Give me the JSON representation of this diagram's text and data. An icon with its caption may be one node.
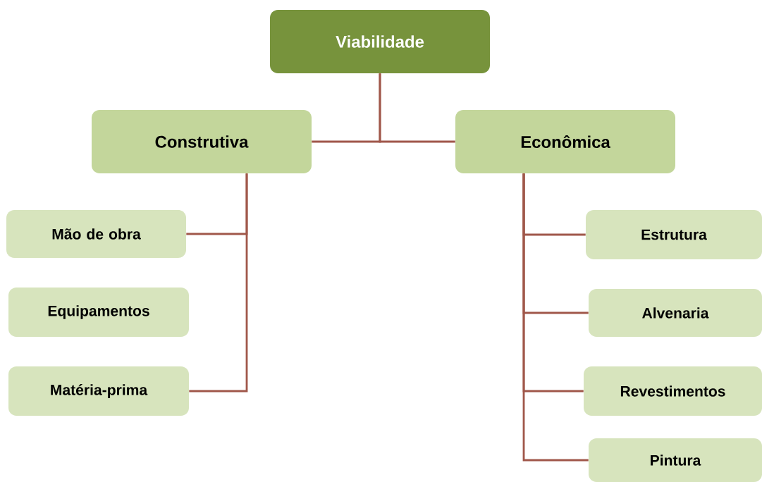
{
  "diagram": {
    "nodes": [
      {
        "text": [
          "Viabilidade"
        ]
      },
      {
        "text": [
          "Construtiva"
        ]
      },
      {
        "text": [
          "Econômica"
        ]
      },
      {
        "text": [
          "Mão de obra"
        ]
      },
      {
        "text": [
          "Equipamentos"
        ]
      },
      {
        "text": [
          "Matéria-prima"
        ]
      },
      {
        "text": [
          "Estrutura"
        ]
      },
      {
        "text": [
          "Alvenaria"
        ]
      },
      {
        "text": [
          "Revestimentos"
        ]
      },
      {
        "text": [
          "Pintura"
        ]
      }
    ],
    "edges": [
      {
        "from": 0,
        "to": 1,
        "arrow": "none"
      },
      {
        "from": 0,
        "to": 2,
        "arrow": "none"
      },
      {
        "from": 1,
        "to": 3,
        "arrow": "none"
      },
      {
        "from": 1,
        "to": 5,
        "arrow": "none"
      },
      {
        "from": 2,
        "to": 6,
        "arrow": "none"
      },
      {
        "from": 2,
        "to": 7,
        "arrow": "none"
      },
      {
        "from": 2,
        "to": 8,
        "arrow": "none"
      },
      {
        "from": 2,
        "to": 9,
        "arrow": "none"
      }
    ]
  }
}
